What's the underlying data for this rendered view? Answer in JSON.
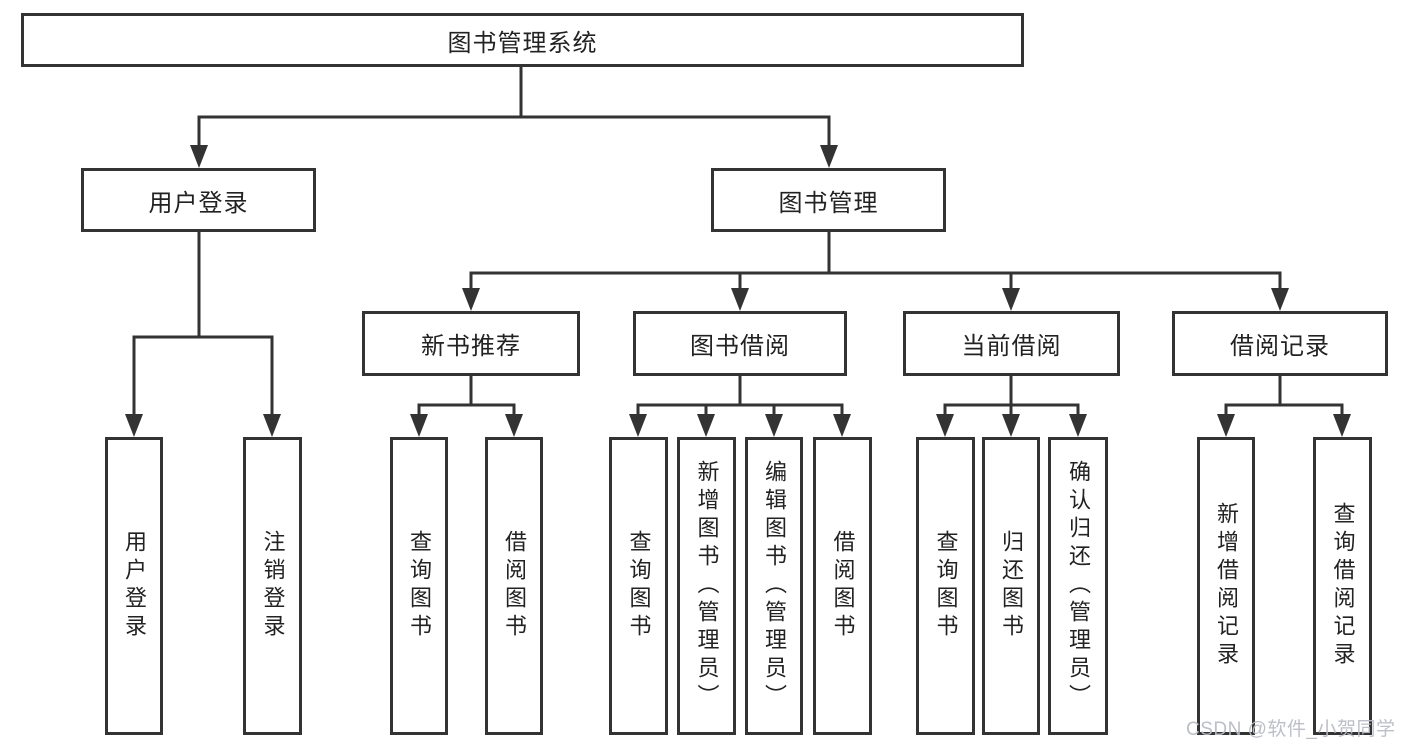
{
  "tree": {
    "label": "图书管理系统",
    "children": [
      {
        "label": "用户登录",
        "children": [
          {
            "label": "用户登录"
          },
          {
            "label": "注销登录"
          }
        ]
      },
      {
        "label": "图书管理",
        "children": [
          {
            "label": "新书推荐",
            "children": [
              {
                "label": "查询图书"
              },
              {
                "label": "借阅图书"
              }
            ]
          },
          {
            "label": "图书借阅",
            "children": [
              {
                "label": "查询图书"
              },
              {
                "label": "新增图书（管理员）"
              },
              {
                "label": "编辑图书（管理员）"
              },
              {
                "label": "借阅图书"
              }
            ]
          },
          {
            "label": "当前借阅",
            "children": [
              {
                "label": "查询图书"
              },
              {
                "label": "归还图书"
              },
              {
                "label": "确认归还（管理员）"
              }
            ]
          },
          {
            "label": "借阅记录",
            "children": [
              {
                "label": "新增借阅记录"
              },
              {
                "label": "查询借阅记录"
              }
            ]
          }
        ]
      }
    ]
  },
  "watermark": {
    "text": "CSDN @软件_小贺同学"
  },
  "colors": {
    "line": "#333333",
    "box_border": "#333333",
    "box_fill": "#ffffff",
    "text": "#222222",
    "watermark": "#b8bcc5"
  }
}
